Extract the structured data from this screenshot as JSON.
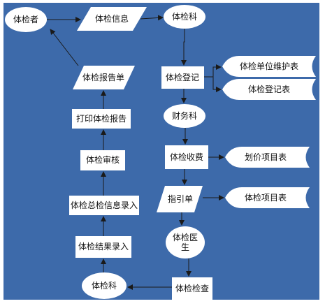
{
  "nodes": {
    "examinee": "体检者",
    "exam_info": "体检信息",
    "exam_dept_top": "体检科",
    "exam_register": "体检登记",
    "unit_maint_table": "体检单位维护表",
    "register_table": "体检登记表",
    "finance_dept": "财务科",
    "exam_fee": "体检收费",
    "pricing_item_table": "划价项目表",
    "guide_sheet": "指引单",
    "exam_item_table": "体检项目表",
    "exam_doctor": "体检医生",
    "exam_check": "体检检查",
    "exam_dept_bottom": "体检科",
    "result_entry": "体检结果录入",
    "summary_entry": "体检总检信息录入",
    "exam_review": "体检审核",
    "print_report": "打印体检报告",
    "report_sheet": "体检报告单"
  },
  "colors": {
    "background": "#3d6aaa",
    "shape_fill": "#ffffff",
    "line": "#1a1a1a"
  }
}
